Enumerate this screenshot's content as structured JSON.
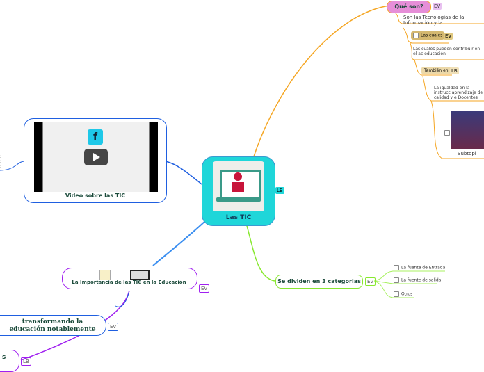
{
  "central": {
    "title": "Las TIC",
    "tag": "LB"
  },
  "top": {
    "title": "Qué son?",
    "tag": "EV",
    "text1": "Son las Tecnologías de la Información y la",
    "cuales_label": "Las cuales",
    "cuales_tag": "EV",
    "cuales_text": "Las cuales pueden contribuir en el ac educación",
    "tambien_label": "También en",
    "tambien_tag": "LB",
    "tambien_text": "La igualdad en la instrucc aprendizaje de calidad y e Docentes",
    "image_caption": "Subtopi"
  },
  "video": {
    "title": "Video sobre las TIC"
  },
  "importance": {
    "title": "La Importancia de las TIC en la Educación",
    "tag": "EV"
  },
  "transform": {
    "title": "transformando la educación notablemente",
    "tag": "EV"
  },
  "bottom_left": {
    "title": "s",
    "tag": "LB"
  },
  "categories": {
    "title": "Se dividen en 3 categorias",
    "tag": "EV",
    "items": [
      "La fuente de Entrada",
      "La fuente de salida",
      "Otros"
    ]
  },
  "colors": {
    "central": "#1fd6d9",
    "orange": "#f5a623",
    "blue": "#1f5fe0",
    "purple": "#a020f0",
    "green": "#88e830"
  }
}
